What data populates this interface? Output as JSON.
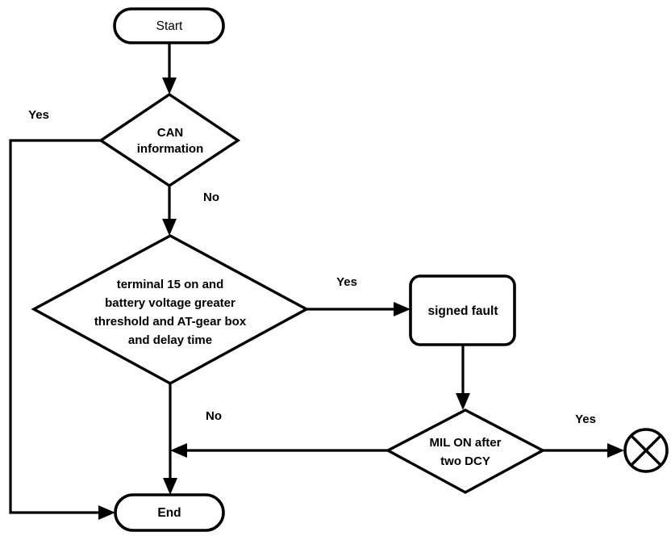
{
  "diagram": {
    "type": "flowchart",
    "title": "",
    "background_color": "#ffffff",
    "line_color": "#000000",
    "nodes": {
      "start": {
        "id": "start",
        "shape": "stadium",
        "label": "Start"
      },
      "can_information": {
        "id": "can_information",
        "shape": "diamond",
        "label_line1": "CAN",
        "label_line2": "information"
      },
      "conditions": {
        "id": "conditions",
        "shape": "diamond",
        "label_line1": "terminal 15 on and",
        "label_line2": "battery voltage greater",
        "label_line3": "threshold and AT-gear box",
        "label_line4": "and delay time"
      },
      "signed_fault": {
        "id": "signed_fault",
        "shape": "rounded-rectangle",
        "label": "signed fault"
      },
      "mil_on": {
        "id": "mil_on",
        "shape": "diamond",
        "label_line1": "MIL ON after",
        "label_line2": "two DCY"
      },
      "mil_lamp": {
        "id": "mil_lamp",
        "shape": "circle-with-cross",
        "label": ""
      },
      "end": {
        "id": "end",
        "shape": "stadium",
        "label": "End"
      }
    },
    "edge_labels": {
      "can_yes": "Yes",
      "can_no": "No",
      "conditions_yes": "Yes",
      "conditions_no": "No",
      "mil_yes": "Yes",
      "mil_no": "No"
    }
  }
}
